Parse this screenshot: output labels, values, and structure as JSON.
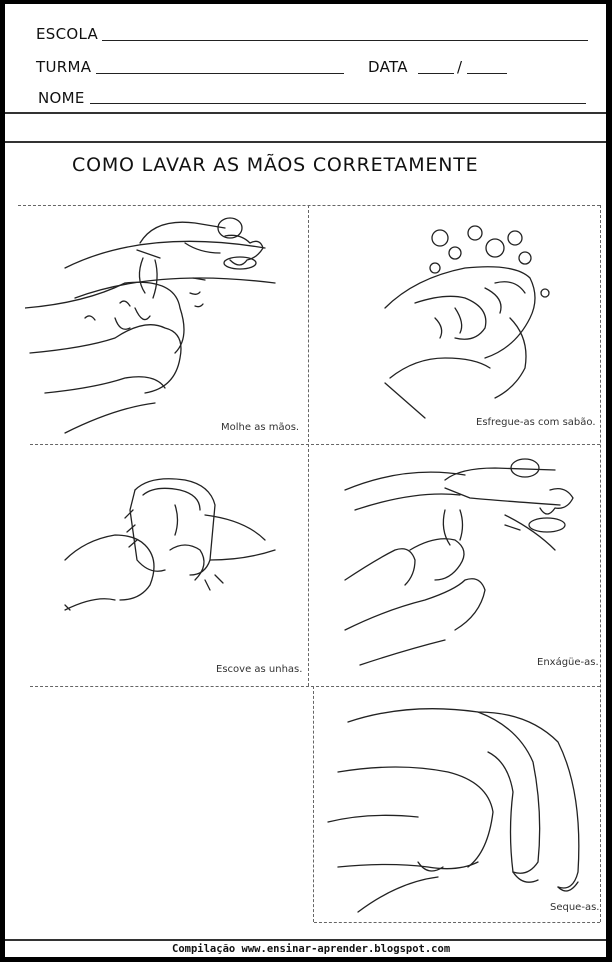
{
  "header": {
    "fields": [
      {
        "label": "ESCOLA",
        "value": ""
      },
      {
        "label": "TURMA",
        "value": ""
      },
      {
        "label": "DATA",
        "day": "",
        "separator": "/",
        "month": ""
      },
      {
        "label": "NOME",
        "value": ""
      }
    ]
  },
  "worksheet": {
    "title": "COMO LAVAR AS MÃOS CORRETAMENTE",
    "steps": [
      {
        "caption": "Molhe as mãos.",
        "illustration": "wet-hands-under-faucet"
      },
      {
        "caption": "Esfregue-as com sabão.",
        "illustration": "scrub-hands-with-soap"
      },
      {
        "caption": "Escove as unhas.",
        "illustration": "brush-nails"
      },
      {
        "caption": "Enxágüe-as.",
        "illustration": "rinse-hands-under-faucet"
      },
      {
        "caption": "Seque-as.",
        "illustration": "dry-hands-with-towel"
      }
    ]
  },
  "footer": {
    "credit": "Compilação www.ensinar-aprender.blogspot.com"
  }
}
